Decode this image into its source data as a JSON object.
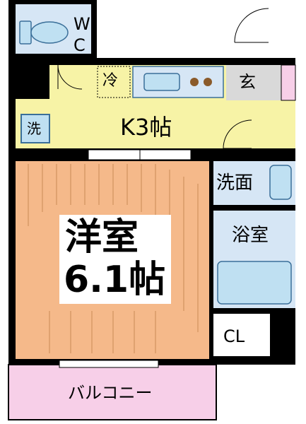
{
  "rooms": {
    "wc": {
      "line1": "W",
      "line2": "C"
    },
    "fridge": {
      "label": "冷"
    },
    "entrance": {
      "label": "玄"
    },
    "washer": {
      "label": "洗"
    },
    "kitchen": {
      "label": "K3帖"
    },
    "washroom": {
      "label": "洗面"
    },
    "bath": {
      "label": "浴室"
    },
    "western": {
      "line1": "洋室",
      "line2": "6.1帖"
    },
    "closet": {
      "label": "CL"
    },
    "balcony": {
      "label": "バルコニー"
    }
  },
  "colors": {
    "wall": "#000000",
    "kitchen_floor": "#f7f3a6",
    "wet_floor": "#d6e6f5",
    "entrance_floor": "#d9d9d9",
    "western_floor": "#f5b98a",
    "western_hatch": "#c98a55",
    "balcony_floor": "#f7cfe8",
    "fixture_fill": "#bfe0f2",
    "fixture_stroke": "#3a6f99",
    "burner": "#8a5a2a"
  }
}
